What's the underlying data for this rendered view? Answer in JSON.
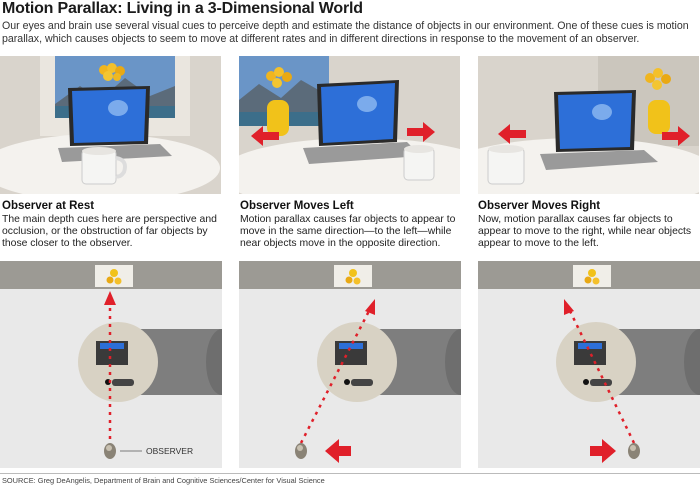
{
  "header": {
    "title": "Motion Parallax: Living in a 3-Dimensional World",
    "intro": "Our eyes and brain use several visual cues to perceive depth and estimate the distance of objects in our environment. One of these cues is motion parallax, which causes objects to seem to move at different rates and in different directions in response to the movement of an observer."
  },
  "panels": [
    {
      "title": "Observer at Rest",
      "text": "The main depth cues here are perspective and occlusion, or the obstruction of far objects by those closer to the observer."
    },
    {
      "title": "Observer Moves Left",
      "text": "Motion parallax causes far objects to appear to move in the same direction—to the left—while near objects move in the opposite direction."
    },
    {
      "title": "Observer Moves Right",
      "text": "Now, motion parallax causes far objects to appear to move to the right, while near objects appear to move to the left."
    }
  ],
  "observer_label": "OBSERVER",
  "source": "SOURCE: Greg DeAngelis, Department of Brain and Cognitive Sciences/Center for Visual Science",
  "colors": {
    "arrow": "#e0202a",
    "screen": "#2f6fd6",
    "vase": "#f1c21a"
  }
}
